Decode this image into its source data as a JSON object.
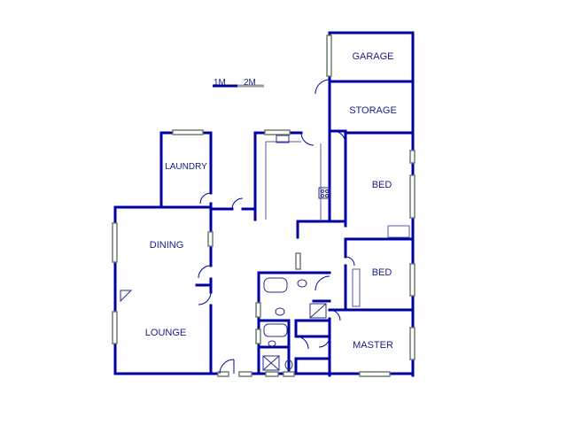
{
  "scale": {
    "label_1": "1M",
    "label_2": "2M"
  },
  "rooms": {
    "garage": "GARAGE",
    "storage": "STORAGE",
    "laundry": "LAUNDRY",
    "bed_1": "BED",
    "bed_2": "BED",
    "dining": "DINING",
    "lounge": "LOUNGE",
    "master": "MASTER"
  },
  "colors": {
    "wall": "#0000a0",
    "window": "#6e7f6e",
    "fixture": "#2b2b8a"
  }
}
